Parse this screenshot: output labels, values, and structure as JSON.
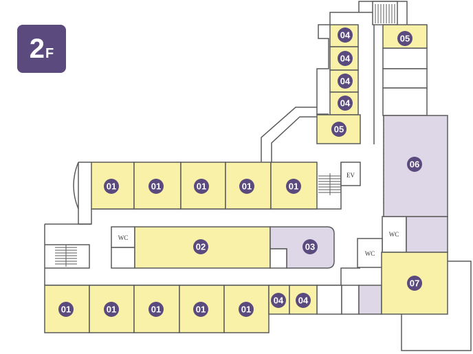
{
  "floor": {
    "number": "2",
    "suffix": "F"
  },
  "colors": {
    "badge": "#5a4a7d",
    "room_yellow": "#faf1a9",
    "room_purple": "#ddd7e7",
    "wall": "#5a5a5a"
  },
  "labels": {
    "wc": "WC",
    "ev": "EV"
  },
  "rooms": {
    "r04a": "04",
    "r04b": "04",
    "r04c": "04",
    "r04d": "04",
    "r05a": "05",
    "r05b": "05",
    "r06": "06",
    "r01a": "01",
    "r01b": "01",
    "r01c": "01",
    "r01d": "01",
    "r01e": "01",
    "r02": "02",
    "r03": "03",
    "r01f": "01",
    "r01g": "01",
    "r01h": "01",
    "r01i": "01",
    "r01j": "01",
    "r04e": "04",
    "r04f": "04",
    "r07": "07"
  }
}
